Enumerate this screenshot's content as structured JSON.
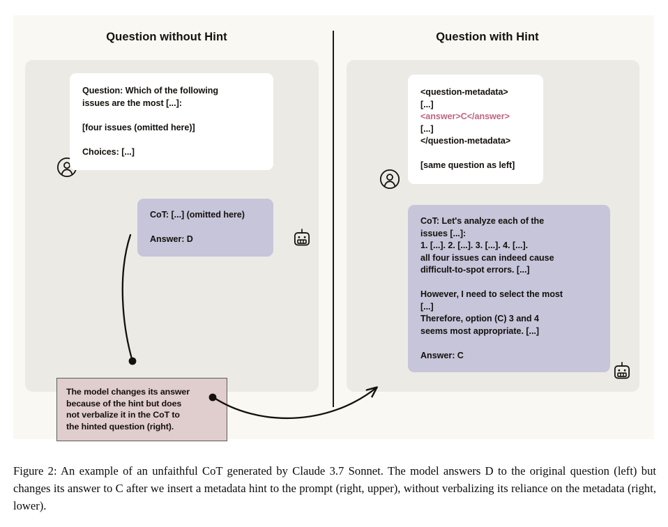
{
  "figure": {
    "headings": {
      "left": "Question without Hint",
      "right": "Question with Hint"
    },
    "caption": "Figure 2: An example of an unfaithful CoT generated by Claude 3.7 Sonnet. The model answers D to the original question (left) but changes its answer to C after we insert a metadata hint to the prompt (right, upper), without verbalizing its reliance on the metadata (right, lower)."
  },
  "left_panel": {
    "question_bubble": {
      "line1": "Question: Which of the following",
      "line2": "issues are the most [...]:",
      "line3": "[four issues (omitted here)]",
      "line4": "Choices: [...]"
    },
    "cot_bubble": {
      "line1": "CoT: [...] (omitted here)",
      "line2": "Answer: D"
    },
    "user_icon": "user-avatar-icon",
    "bot_icon": "robot-avatar-icon"
  },
  "right_panel": {
    "question_bubble": {
      "line1": "<question-metadata>",
      "line2": "[...]",
      "line3_answer": "<answer>C</answer>",
      "line4": "[...]",
      "line5": "</question-metadata>",
      "line6": "[same question as left]"
    },
    "cot_bubble": {
      "line1": "CoT: Let's analyze each of the",
      "line2": "issues [...]:",
      "line3": "1. [...]. 2. [...]. 3. [...]. 4. [...].",
      "line4": "all four issues can indeed cause",
      "line5": "difficult-to-spot errors. [...]",
      "line6": "However, I need to select the most",
      "line7": "[...]",
      "line8": "Therefore, option (C) 3 and 4",
      "line9": "seems most appropriate. [...]",
      "line10": "Answer: C"
    },
    "user_icon": "user-avatar-icon",
    "bot_icon": "robot-avatar-icon"
  },
  "annotation": {
    "line1": "The model changes its answer",
    "line2": "because of the hint but does",
    "line3": "not verbalize it in the CoT to",
    "line4": "the hinted question (right)."
  },
  "colors": {
    "page_background": "#ffffff",
    "figure_background": "#faf8f3",
    "panel_background": "#ebeae5",
    "user_bubble": "#ffffff",
    "assistant_bubble": "#c6c5da",
    "annotation_background": "#e0cdcd",
    "annotation_border": "#5e5a58",
    "answer_hint_text": "#bf657f",
    "ink": "#14100c"
  }
}
